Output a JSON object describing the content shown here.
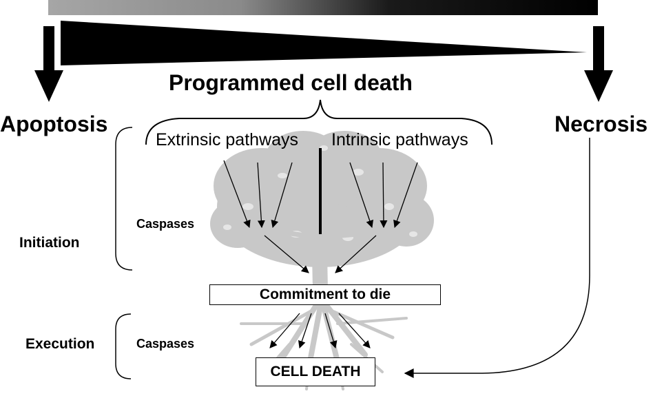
{
  "title": "Programmed cell death",
  "apoptosis": "Apoptosis",
  "necrosis": "Necrosis",
  "extrinsic": "Extrinsic pathways",
  "intrinsic": "Intrinsic pathways",
  "initiation": "Initiation",
  "execution": "Execution",
  "caspases_initiation": "Caspases",
  "caspases_execution": "Caspases",
  "commitment": "Commitment to die",
  "cell_death": "CELL DEATH",
  "colors": {
    "tree": "#c8c8c8",
    "ink": "#000000",
    "gradient_start": "#a6a6a6"
  }
}
